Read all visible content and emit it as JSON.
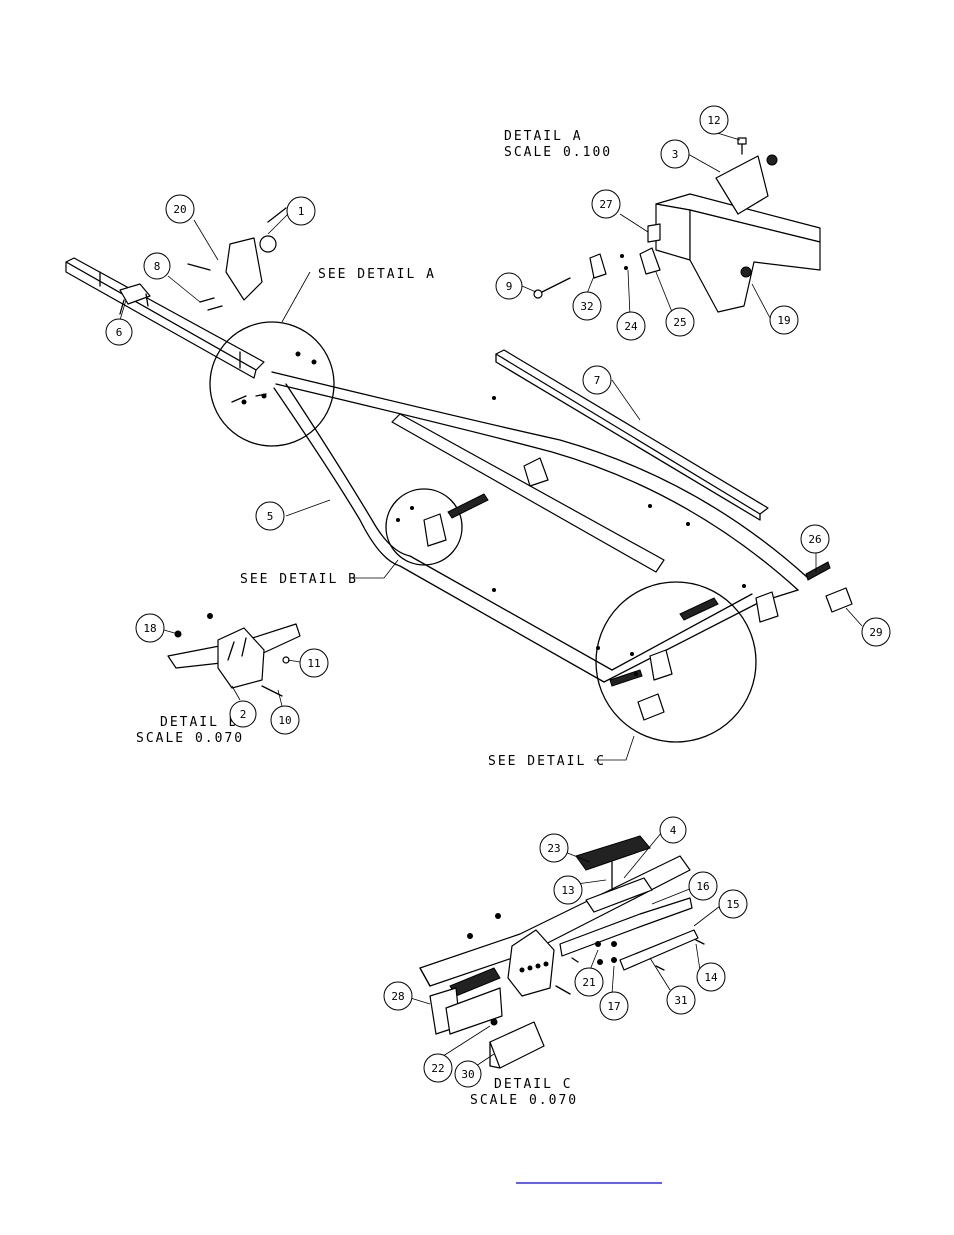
{
  "labels": {
    "detail_a_title": "DETAIL  A",
    "detail_a_scale": "SCALE  0.100",
    "detail_b_title": "DETAIL  B",
    "detail_b_scale": "SCALE  0.070",
    "detail_c_title": "DETAIL  C",
    "detail_c_scale": "SCALE  0.070",
    "see_detail_a": "SEE DETAIL  A",
    "see_detail_b": "SEE DETAIL  B",
    "see_detail_c": "SEE DETAIL  C"
  },
  "balloons": [
    "1",
    "2",
    "3",
    "4",
    "5",
    "6",
    "7",
    "8",
    "9",
    "10",
    "11",
    "12",
    "13",
    "14",
    "15",
    "16",
    "17",
    "18",
    "19",
    "20",
    "21",
    "22",
    "23",
    "24",
    "25",
    "26",
    "27",
    "28",
    "29",
    "30",
    "31",
    "32"
  ],
  "colors": {
    "ink": "#000000",
    "paper": "#ffffff",
    "link": "#0000ee"
  }
}
